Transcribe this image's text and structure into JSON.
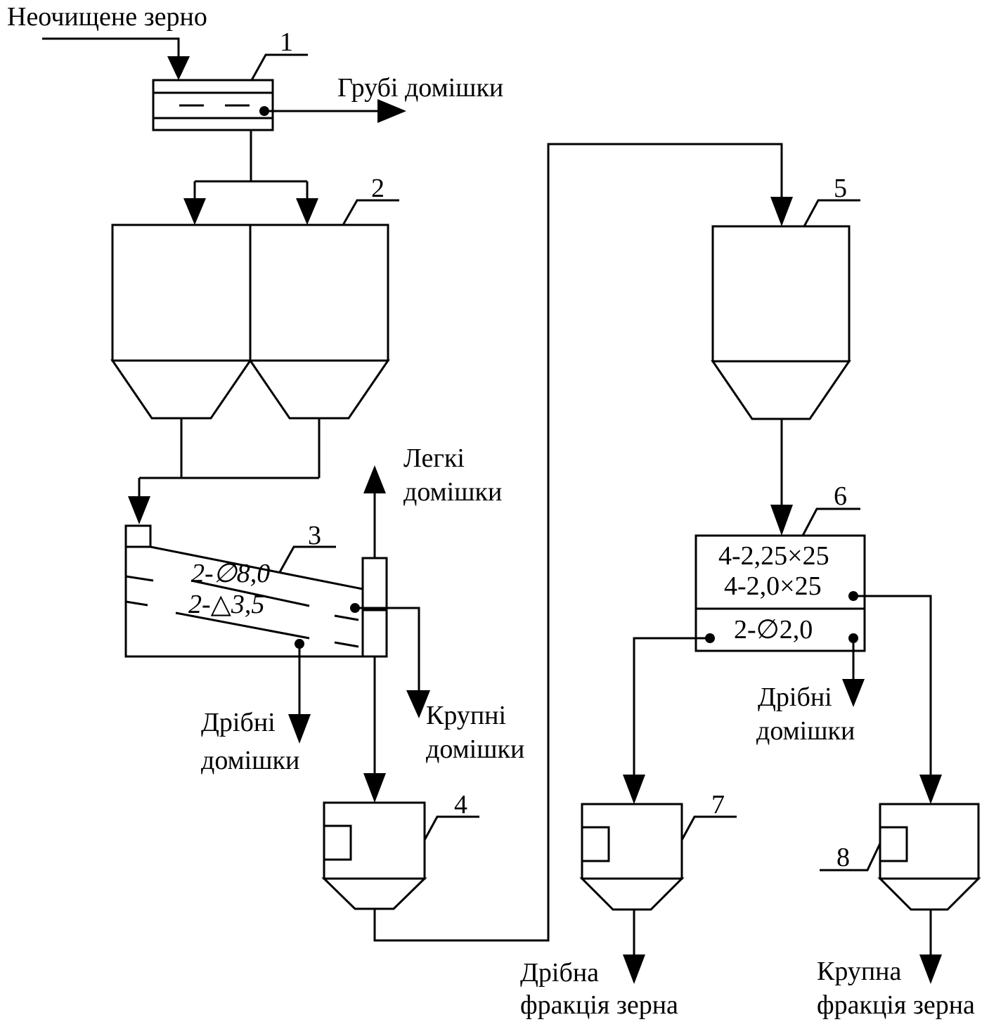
{
  "labels": {
    "raw_grain": "Неочищене зерно",
    "coarse_impurities_top": "Грубі домішки",
    "light_impurities_1": "Легкі",
    "light_impurities_2": "домішки",
    "large_impurities_1": "Крупні",
    "large_impurities_2": "домішки",
    "fine_impurities_left_1": "Дрібні",
    "fine_impurities_left_2": "домішки",
    "fine_impurities_right_1": "Дрібні",
    "fine_impurities_right_2": "домішки",
    "fine_fraction_1": "Дрібна",
    "fine_fraction_2": "фракція зерна",
    "large_fraction_1": "Крупна",
    "large_fraction_2": "фракція зерна"
  },
  "numbers": {
    "n1": "1",
    "n2": "2",
    "n3": "3",
    "n4": "4",
    "n5": "5",
    "n6": "6",
    "n7": "7",
    "n8": "8"
  },
  "sieves": {
    "separator_upper": "2-∅8,0",
    "separator_lower": "2-△3,5",
    "grader_line1": "4-2,25×25",
    "grader_line2": "4-2,0×25",
    "grader_lower": "2-∅2,0"
  }
}
